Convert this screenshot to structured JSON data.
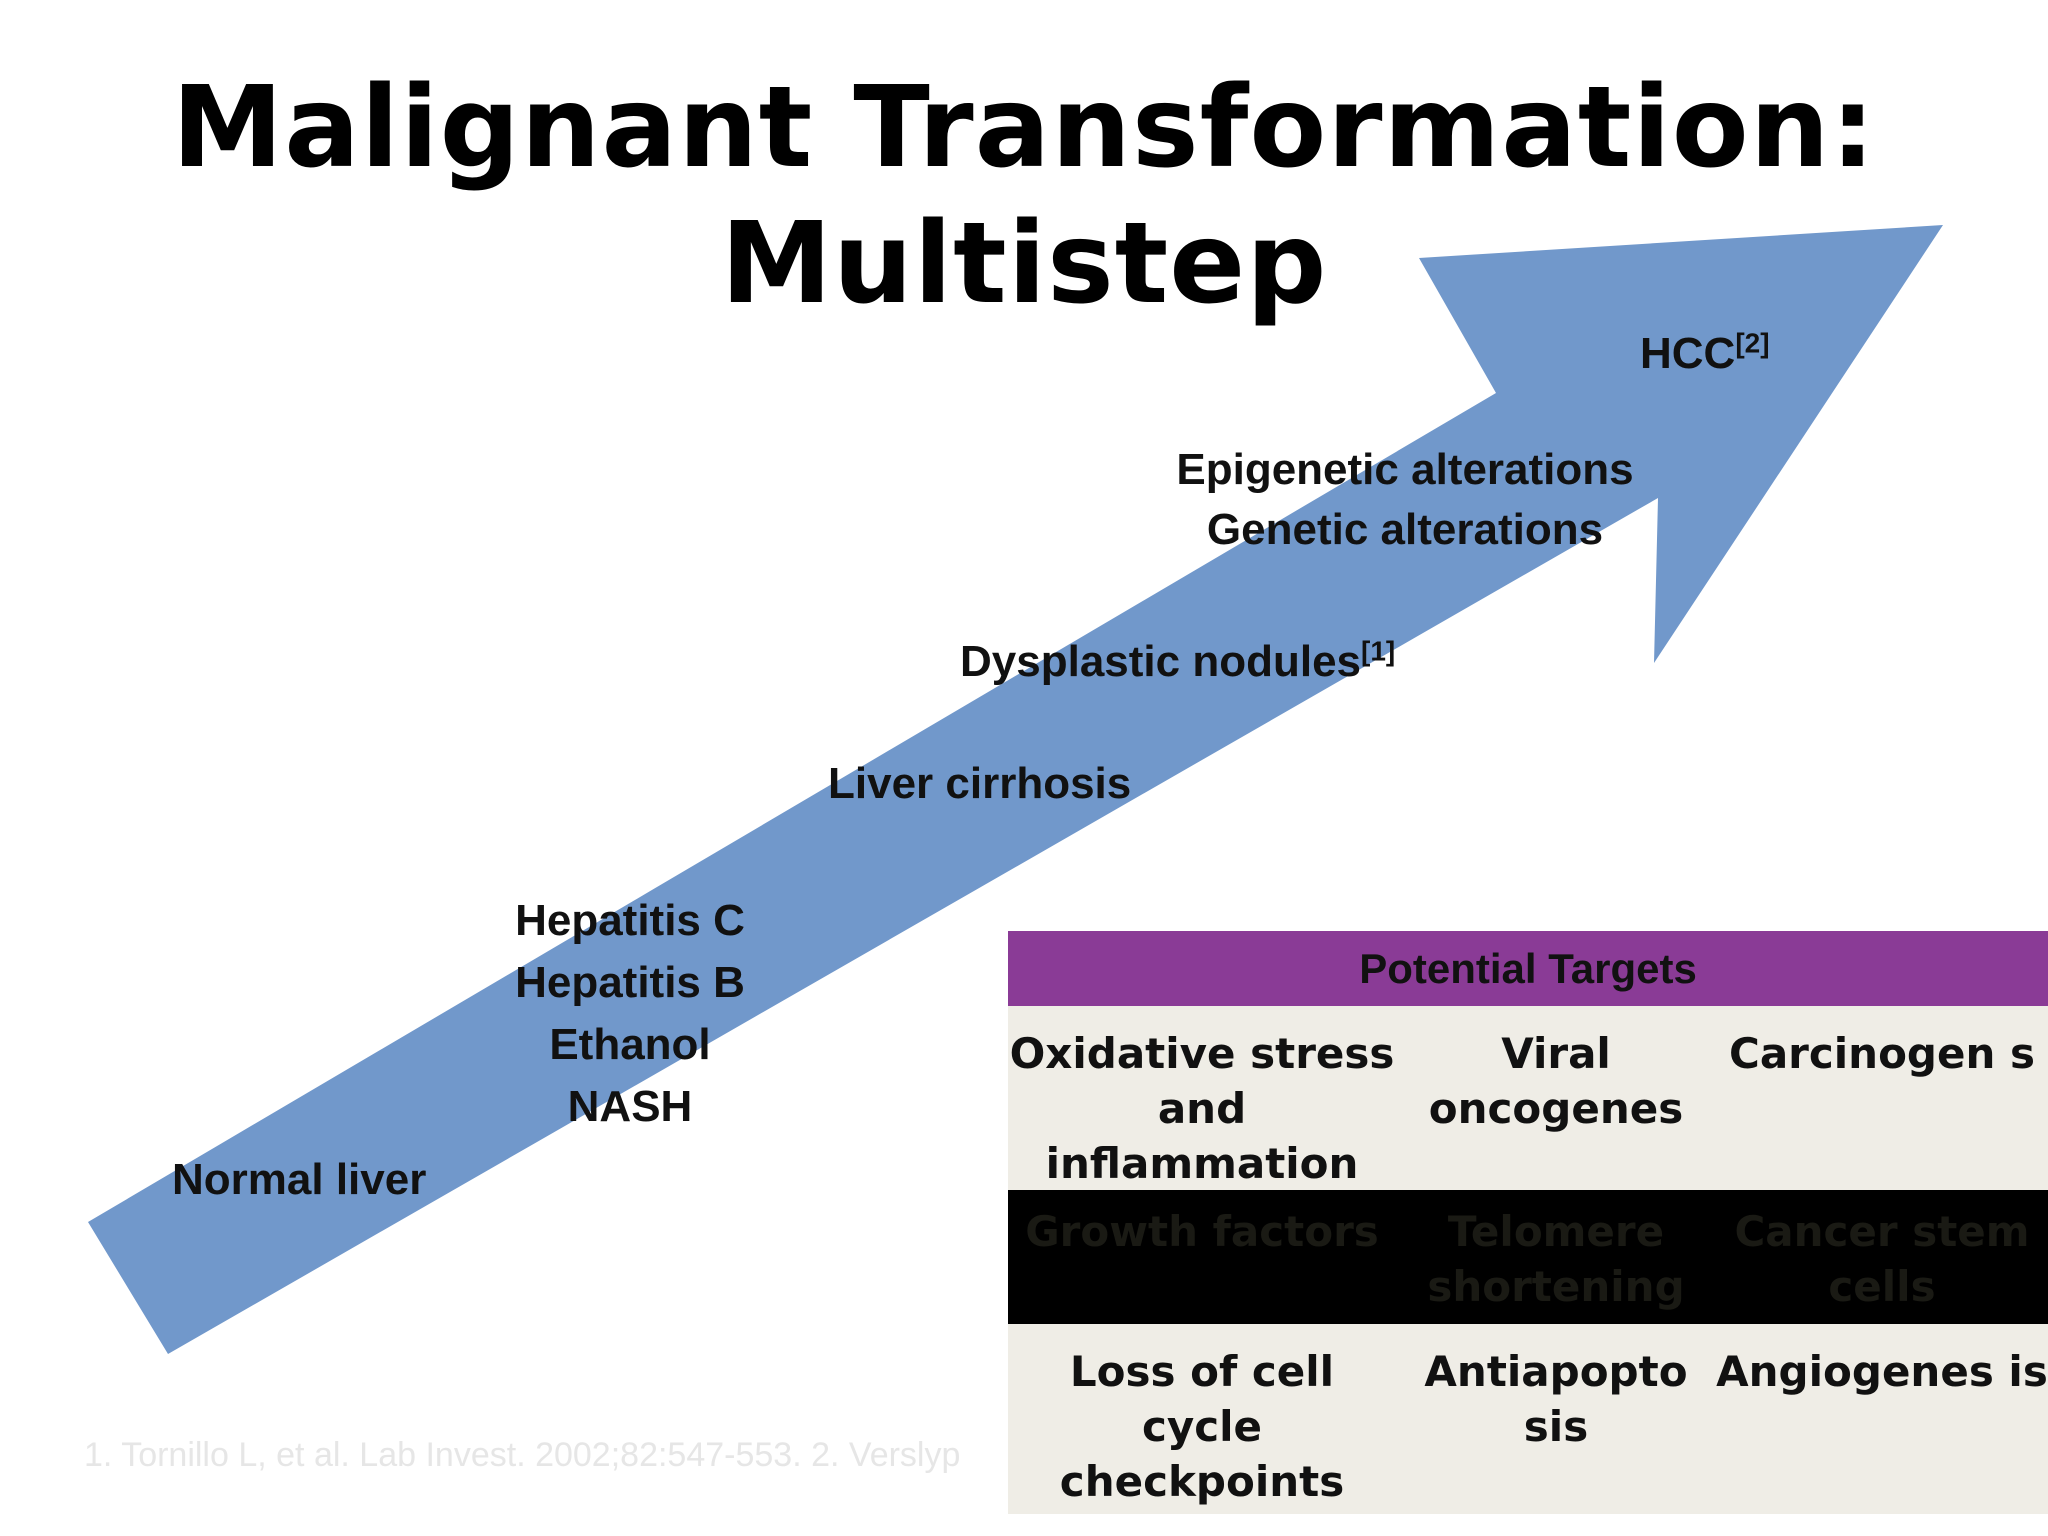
{
  "title": {
    "line1": "Malignant Transformation:",
    "line2": "Multistep"
  },
  "colors": {
    "arrow": "#7198cb",
    "header": "#8a3b96",
    "light_row": "#efede6",
    "dark_row": "#000000"
  },
  "stages": {
    "normal": "Normal liver",
    "hep_c": "Hepatitis C",
    "hep_b": "Hepatitis B",
    "ethanol": "Ethanol",
    "nash": "NASH",
    "cirrhosis": "Liver cirrhosis",
    "dysplastic": "Dysplastic nodules",
    "dysplastic_ref": "[1]",
    "epigenetic": "Epigenetic alterations",
    "genetic": "Genetic alterations",
    "hcc": "HCC",
    "hcc_ref": "[2]"
  },
  "targets": {
    "header": "Potential Targets",
    "rows": [
      [
        "Oxidative stress and inflammation",
        "Viral oncogenes",
        "Carcinogen s"
      ],
      [
        "Growth factors",
        "Telomere shortening",
        "Cancer stem cells"
      ],
      [
        "Loss of cell cycle checkpoints",
        "Antiapopto sis",
        "Angiogenes is"
      ]
    ]
  },
  "citation": "1. Tornillo L, et al. Lab Invest. 2002;82:547-553. 2. Verslyp"
}
